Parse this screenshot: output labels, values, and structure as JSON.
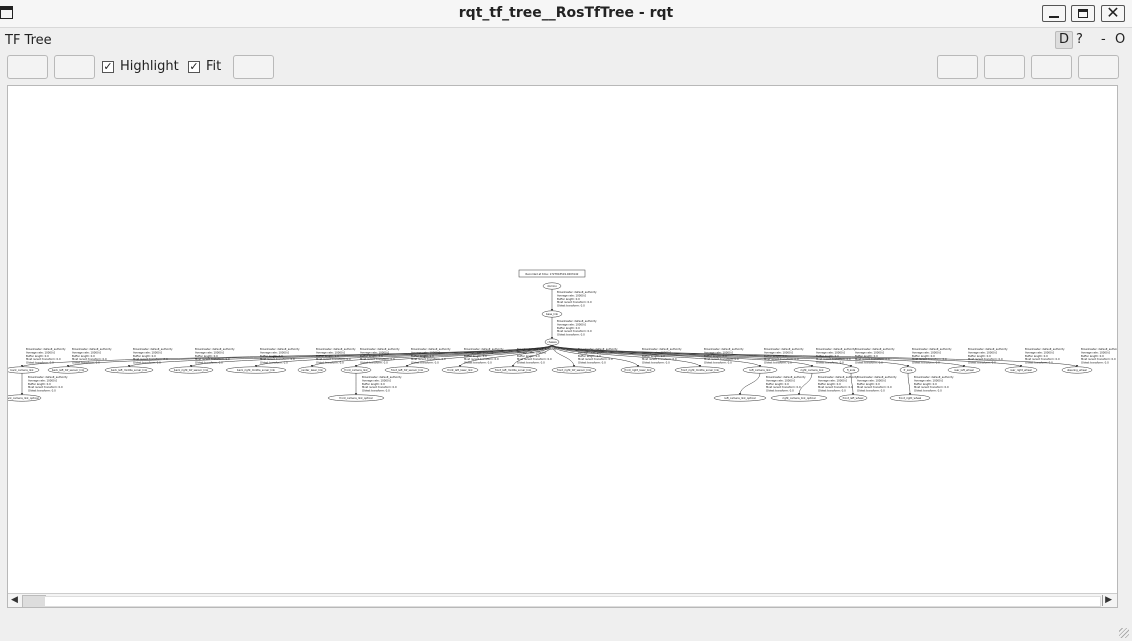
{
  "window": {
    "title": "rqt_tf_tree__RosTfTree - rqt"
  },
  "plugin": {
    "title": "TF Tree",
    "dock_buttons": {
      "d": "D",
      "help": "?",
      "minimize": "-",
      "close": "O"
    }
  },
  "toolbar": {
    "highlight_label": "Highlight",
    "highlight_checked": true,
    "fit_label": "Fit",
    "fit_checked": true,
    "check_mark": "✓"
  },
  "graph": {
    "recorded_label": "Recorded at time: 1727843519.9403142",
    "broadcaster_info": [
      "Broadcaster: default_authority",
      "Average rate: 10000.0",
      "Buffer length: 0.0",
      "Most recent transform: 0.0",
      "Oldest transform: 0.0"
    ],
    "root_frame": "domino",
    "level1_frame": "base_link",
    "level2_frame": "chassis",
    "level3_frames": [
      "back_camera_link",
      "back_left_tof_sensor_link",
      "back_left_middle_sonar_link",
      "back_right_tof_sensor_link",
      "back_right_middle_sonar_link",
      "center_laser_link",
      "front_camera_link",
      "front_left_tof_sensor_link",
      "front_left_laser_link",
      "front_left_middle_sonar_link",
      "front_right_tof_sensor_link",
      "front_right_laser_link",
      "front_right_middle_sonar_link",
      "left_camera_link",
      "right_camera_link",
      "fl_axle",
      "fr_axle",
      "rear_left_wheel",
      "rear_right_wheel",
      "steering_wheel"
    ],
    "level4_frames": [
      "back_camera_link_optical",
      "front_camera_link_optical",
      "left_camera_link_optical",
      "right_camera_link_optical",
      "front_left_wheel",
      "front_right_wheel"
    ]
  }
}
